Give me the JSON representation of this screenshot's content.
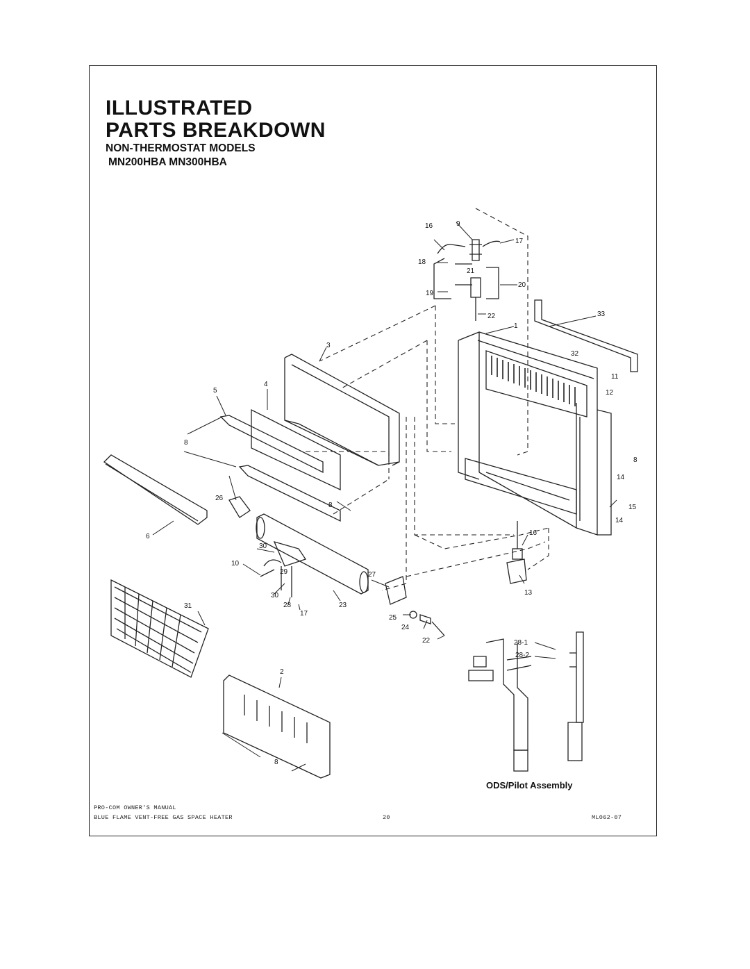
{
  "header": {
    "title_line1": "ILLUSTRATED",
    "title_line2": "PARTS BREAKDOWN",
    "subtitle": "NON-THERMOSTAT MODELS",
    "models": "MN200HBA MN300HBA"
  },
  "diagram": {
    "callouts": [
      "16",
      "9",
      "17",
      "18",
      "21",
      "20",
      "19",
      "22",
      "33",
      "1",
      "3",
      "32",
      "11",
      "12",
      "5",
      "4",
      "8",
      "8",
      "14",
      "15",
      "14",
      "8",
      "26",
      "16",
      "6",
      "30",
      "10",
      "29",
      "27",
      "13",
      "30",
      "28",
      "17",
      "23",
      "31",
      "25",
      "24",
      "22",
      "28-1",
      "28-2",
      "2",
      "8"
    ],
    "ods_caption": "ODS/Pilot Assembly"
  },
  "footer": {
    "line1": "PRO-COM OWNER'S MANUAL",
    "line2": "BLUE FLAME VENT-FREE GAS SPACE HEATER",
    "page_number": "20",
    "doc_code": "ML062-07"
  }
}
